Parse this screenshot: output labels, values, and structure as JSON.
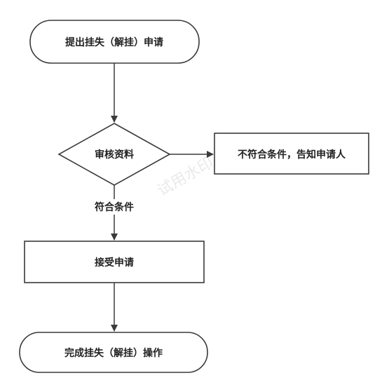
{
  "flowchart": {
    "start_label": "提出挂失（解挂）申请",
    "review_label": "审核资料",
    "reject_label": "不符合条件，告知申请人",
    "accept_label": "接受申请",
    "end_label": "完成挂失（解挂）操作",
    "condition_label": "符合条件",
    "watermark_text": "试用水印"
  },
  "colors": {
    "stroke": "#3a3a3a",
    "fill": "#ffffff",
    "text": "#222222",
    "watermark": "#d9d9d9"
  }
}
